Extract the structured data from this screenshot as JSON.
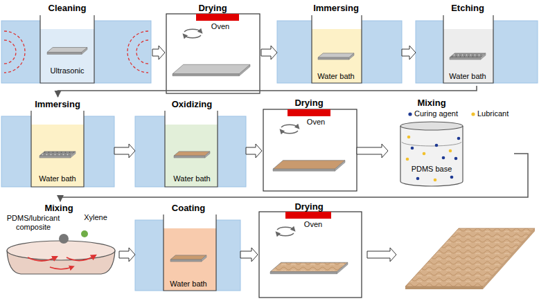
{
  "diagram": {
    "nodes": [
      {
        "text": [
          "Cleaning",
          "Ultrasonic"
        ]
      },
      {
        "text": [
          "Drying",
          "Oven"
        ]
      },
      {
        "text": [
          "Immersing",
          "Water bath"
        ]
      },
      {
        "text": [
          "Etching",
          "Water bath"
        ]
      },
      {
        "text": [
          "Immersing",
          "Water bath"
        ]
      },
      {
        "text": [
          "Oxidizing",
          "Water bath"
        ]
      },
      {
        "text": [
          "Drying",
          "Oven"
        ]
      },
      {
        "text": [
          "Mixing",
          "Curing agent",
          "Lubricant",
          "PDMS base"
        ]
      },
      {
        "text": [
          "Mixing",
          "PDMS/lubricant composite",
          "Xylene"
        ]
      },
      {
        "text": [
          "Coating",
          "Water bath"
        ]
      },
      {
        "text": [
          "Drying",
          "Oven"
        ]
      }
    ],
    "edges": [
      {
        "from": 0,
        "to": 1,
        "arrow": "to"
      },
      {
        "from": 1,
        "to": 2,
        "arrow": "to"
      },
      {
        "from": 2,
        "to": 3,
        "arrow": "to"
      },
      {
        "from": 3,
        "to": 4,
        "arrow": "to"
      },
      {
        "from": 4,
        "to": 5,
        "arrow": "to"
      },
      {
        "from": 5,
        "to": 6,
        "arrow": "to"
      },
      {
        "from": 6,
        "to": 7,
        "arrow": "to"
      },
      {
        "from": 7,
        "to": 8,
        "arrow": "to"
      },
      {
        "from": 8,
        "to": 9,
        "arrow": "to"
      },
      {
        "from": 9,
        "to": 10,
        "arrow": "to"
      }
    ]
  }
}
